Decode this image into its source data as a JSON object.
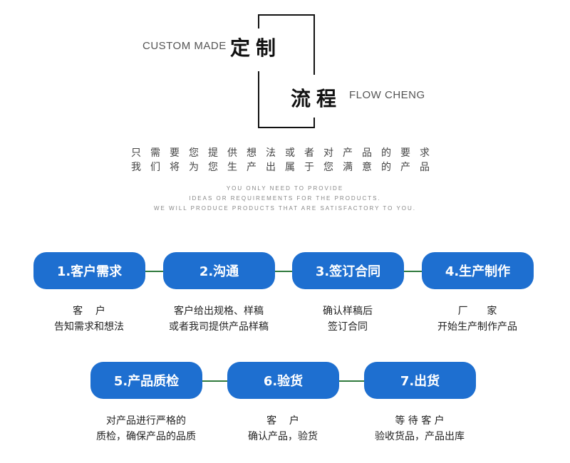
{
  "header": {
    "en_left": "CUSTOM MADE",
    "cn_left": "定制",
    "cn_right": "流程",
    "en_right": "FLOW CHENG"
  },
  "subtitle_cn": [
    "只需要您提供想法或者对产品的要求",
    "我们将为您生产出属于您满意的产品"
  ],
  "subtitle_en": [
    "YOU ONLY NEED TO PROVIDE",
    "IDEAS OR REQUIREMENTS FOR THE PRODUCTS.",
    "WE WILL PRODUCE PRODUCTS THAT ARE SATISFACTORY TO YOU."
  ],
  "accent_color": "#1e6fd0",
  "connector_color": "#2f7a3d",
  "steps": [
    {
      "label": "1.客户需求",
      "desc": [
        "客    户",
        "告知需求和想法"
      ]
    },
    {
      "label": "2.沟通",
      "desc": [
        "客户给出规格、样稿",
        "或者我司提供产品样稿"
      ]
    },
    {
      "label": "3.签订合同",
      "desc": [
        "确认样稿后",
        "签订合同"
      ]
    },
    {
      "label": "4.生产制作",
      "desc": [
        "厂      家",
        "开始生产制作产品"
      ]
    },
    {
      "label": "5.产品质检",
      "desc": [
        "对产品进行严格的",
        "质检，确保产品的品质"
      ]
    },
    {
      "label": "6.验货",
      "desc": [
        "客    户",
        "确认产品，验货"
      ]
    },
    {
      "label": "7.出货",
      "desc": [
        "等 待 客 户",
        "验收货品，产品出库"
      ]
    }
  ]
}
